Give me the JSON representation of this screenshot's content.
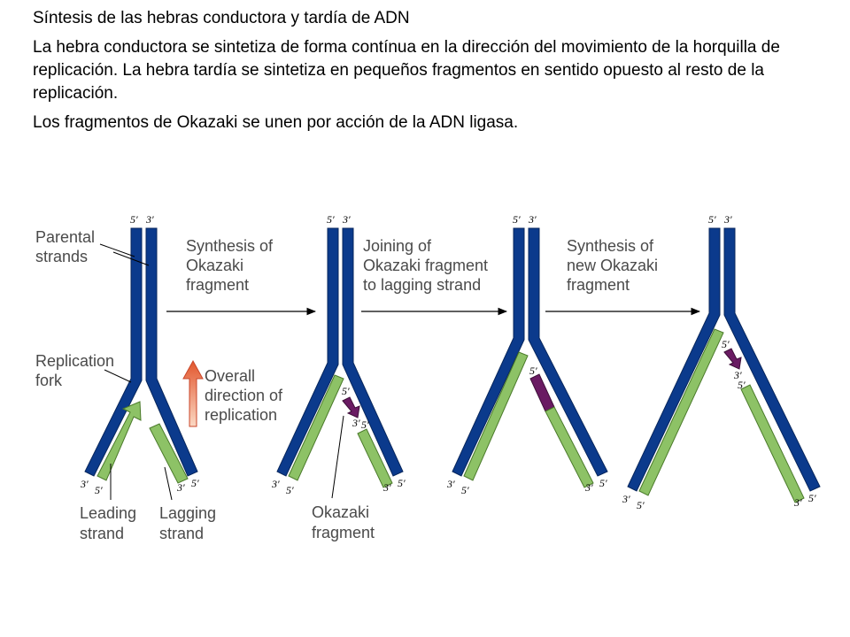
{
  "title": "Síntesis de las hebras conductora y tardía de ADN",
  "paragraph1": "La hebra conductora se sintetiza de forma contínua en la dirección del movimiento de la horquilla de replicación. La hebra tardía se sintetiza en pequeños fragmentos en sentido opuesto al resto de la replicación.",
  "paragraph2": "Los fragmentos de Okazaki se unen por acción de la ADN ligasa.",
  "labels": {
    "parental_1": "Parental",
    "parental_2": "strands",
    "replication_fork_1": "Replication",
    "replication_fork_2": "fork",
    "overall_1": "Overall",
    "overall_2": "direction of",
    "overall_3": "replication",
    "leading_1": "Leading",
    "leading_2": "strand",
    "lagging_1": "Lagging",
    "lagging_2": "strand",
    "okazaki_1": "Okazaki",
    "okazaki_2": "fragment",
    "step1_1": "Synthesis of",
    "step1_2": "Okazaki",
    "step1_3": "fragment",
    "step2_1": "Joining of",
    "step2_2": "Okazaki fragment",
    "step2_3": "to lagging strand",
    "step3_1": "Synthesis of",
    "step3_2": "new Okazaki",
    "step3_3": "fragment"
  },
  "ends": {
    "five": "5′",
    "three": "3′"
  },
  "colors": {
    "parental": "#0b3a8c",
    "new_strand": "#8dc266",
    "okazaki": "#6a1b63",
    "arrow_gradient_top": "#e2562d",
    "arrow_gradient_bottom": "#fbd9c4"
  }
}
